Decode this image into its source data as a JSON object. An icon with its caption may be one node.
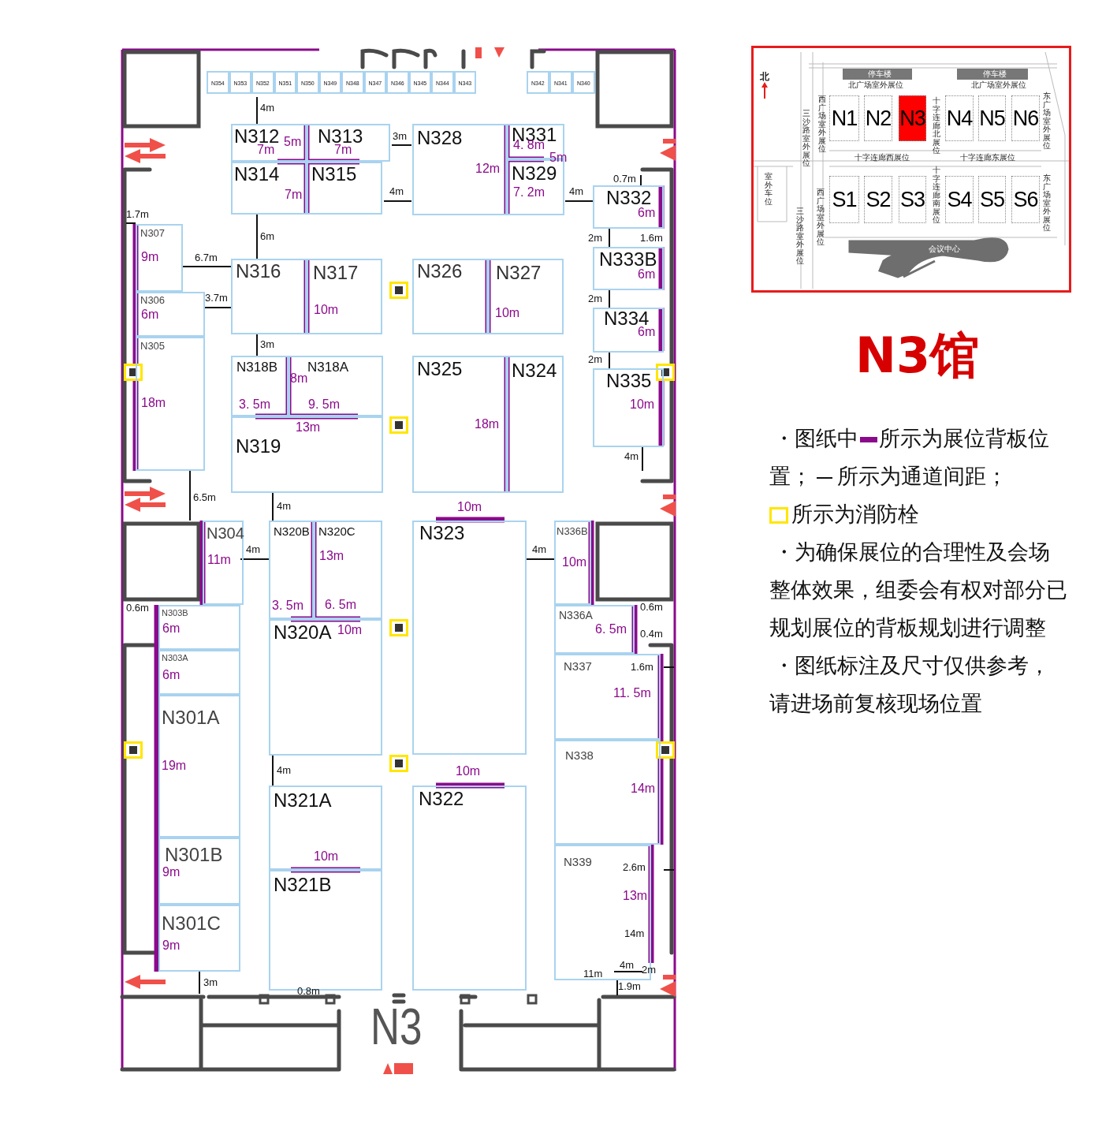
{
  "diagram": {
    "title": "N3馆",
    "nodes": [
      {
        "text": [
          "N354"
        ]
      },
      {
        "text": [
          "N353"
        ]
      },
      {
        "text": [
          "N352"
        ]
      },
      {
        "text": [
          "N351"
        ]
      },
      {
        "text": [
          "N350"
        ]
      },
      {
        "text": [
          "N349"
        ]
      },
      {
        "text": [
          "N348"
        ]
      },
      {
        "text": [
          "N347"
        ]
      },
      {
        "text": [
          "N346"
        ]
      },
      {
        "text": [
          "N345"
        ]
      },
      {
        "text": [
          "N344"
        ]
      },
      {
        "text": [
          "N343"
        ]
      },
      {
        "text": [
          "N342"
        ]
      },
      {
        "text": [
          "N341"
        ]
      },
      {
        "text": [
          "N340"
        ]
      },
      {
        "text": [
          "N312"
        ]
      },
      {
        "text": [
          "N313"
        ]
      },
      {
        "text": [
          "N314"
        ]
      },
      {
        "text": [
          "N315"
        ]
      },
      {
        "text": [
          "N328"
        ]
      },
      {
        "text": [
          "N331"
        ]
      },
      {
        "text": [
          "N329"
        ]
      },
      {
        "text": [
          "N332"
        ]
      },
      {
        "text": [
          "N307"
        ]
      },
      {
        "text": [
          "N316"
        ]
      },
      {
        "text": [
          "N317"
        ]
      },
      {
        "text": [
          "N326"
        ]
      },
      {
        "text": [
          "N327"
        ]
      },
      {
        "text": [
          "N333B"
        ]
      },
      {
        "text": [
          "N306"
        ]
      },
      {
        "text": [
          "N305"
        ]
      },
      {
        "text": [
          "N334"
        ]
      },
      {
        "text": [
          "N318B"
        ]
      },
      {
        "text": [
          "N318A"
        ]
      },
      {
        "text": [
          "N325"
        ]
      },
      {
        "text": [
          "N324"
        ]
      },
      {
        "text": [
          "N335"
        ]
      },
      {
        "text": [
          "N319"
        ]
      },
      {
        "text": [
          "N304"
        ]
      },
      {
        "text": [
          "N320B"
        ]
      },
      {
        "text": [
          "N320C"
        ]
      },
      {
        "text": [
          "N323"
        ]
      },
      {
        "text": [
          "N336B"
        ]
      },
      {
        "text": [
          "N303B"
        ]
      },
      {
        "text": [
          "N336A"
        ]
      },
      {
        "text": [
          "N320A"
        ]
      },
      {
        "text": [
          "N303A"
        ]
      },
      {
        "text": [
          "N337"
        ]
      },
      {
        "text": [
          "N301A"
        ]
      },
      {
        "text": [
          "N338"
        ]
      },
      {
        "text": [
          "N321A"
        ]
      },
      {
        "text": [
          "N322"
        ]
      },
      {
        "text": [
          "N301B"
        ]
      },
      {
        "text": [
          "N339"
        ]
      },
      {
        "text": [
          "N321B"
        ]
      },
      {
        "text": [
          "N301C"
        ]
      },
      {
        "text": [],
        "shape": "picture"
      },
      {
        "text": [
          "N1"
        ],
        "in": 56
      },
      {
        "text": [
          "N2"
        ],
        "in": 56
      },
      {
        "text": [
          "N3"
        ],
        "in": 56
      },
      {
        "text": [
          "N4"
        ],
        "in": 56
      },
      {
        "text": [
          "N5"
        ],
        "in": 56
      },
      {
        "text": [
          "N6"
        ],
        "in": 56
      },
      {
        "text": [
          "S1"
        ],
        "in": 56
      },
      {
        "text": [
          "S2"
        ],
        "in": 56
      },
      {
        "text": [
          "S3"
        ],
        "in": 56
      },
      {
        "text": [
          "S4"
        ],
        "in": 56
      },
      {
        "text": [
          "S5"
        ],
        "in": 56
      },
      {
        "text": [
          "S6"
        ],
        "in": 56
      }
    ],
    "labels": [
      "4m",
      "5m",
      "3m",
      "4. 8m",
      "7m",
      "7m",
      "5m",
      "12m",
      "0.7m",
      "7m",
      "4m",
      "7. 2m",
      "4m",
      "1.7m",
      "6m",
      "6m",
      "2m",
      "1.6m",
      "9m",
      "6.7m",
      "6m",
      "3.7m",
      "2m",
      "6m",
      "10m",
      "10m",
      "6m",
      "3m",
      "2m",
      "8m",
      "18m",
      "3. 5m",
      "9. 5m",
      "10m",
      "13m",
      "18m",
      "4m",
      "6.5m",
      "4m",
      "10m",
      "11m",
      "4m",
      "13m",
      "4m",
      "10m",
      "0.6m",
      "3. 5m",
      "6. 5m",
      "0.6m",
      "6m",
      "10m",
      "6. 5m",
      "0.4m",
      "1.6m",
      "6m",
      "11. 5m",
      "19m",
      "4m",
      "10m",
      "14m",
      "9m",
      "10m",
      "2.6m",
      "13m",
      "9m",
      "14m",
      "11m",
      "4m",
      "2m",
      "3m",
      "0.8m",
      "1.9m",
      "N3",
      "北",
      "停车楼",
      "停车楼",
      "北广场室外展位",
      "北广场室外展位",
      "三沙路室外展位",
      "西广场室外展位",
      "十字连廊北展位",
      "东广场室外展位",
      "十字连廊西展位",
      "十字连廊东展位",
      "室外车位",
      "三沙路室外展位",
      "西广场室外展位",
      "十字连廊南展位",
      "东广场室外展位",
      "会议中心",
      "・图纸中",
      "・为确保展位的合理性及会场整体效果，组委会有权对部分已规划展位的背板规划进行调整",
      "・图纸标注及尺寸仅供参考，请进场前复核现场位置"
    ],
    "legend": [
      {
        "text": "所示为展位背板位置；",
        "color": "#8b0a8b"
      },
      {
        "text": "所示为通道间距；"
      },
      {
        "text": "所示为消防栓"
      }
    ]
  }
}
